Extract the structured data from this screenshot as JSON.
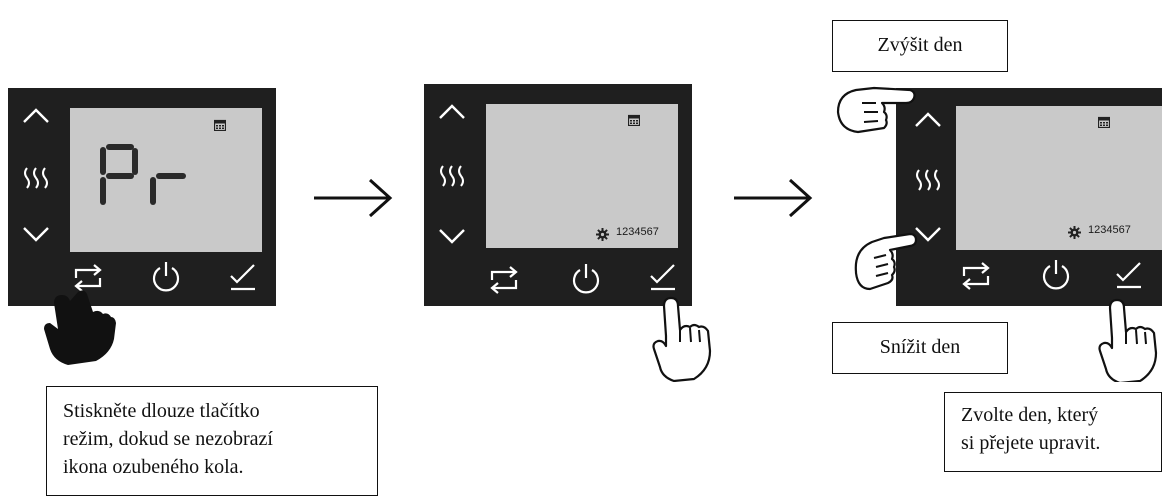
{
  "steps": [
    {
      "display": {
        "segment_text": "Pr",
        "calendar_icon": "calendar-icon"
      },
      "buttons": {
        "up": "chevron-up-icon",
        "heat": "heat-waves-icon",
        "down": "chevron-down-icon",
        "mode": "mode-swap-icon",
        "power": "power-icon",
        "confirm": "check-underline-icon"
      },
      "callout": {
        "lines": [
          "Stiskněte dlouze tlačítko",
          "režim, dokud se nezobrazí",
          "ikona ozubeného kola."
        ]
      }
    },
    {
      "display": {
        "days": "1234567",
        "calendar_icon": "calendar-icon",
        "gear_icon": "gear-icon"
      }
    },
    {
      "display": {
        "days": "1234567",
        "calendar_icon": "calendar-icon",
        "gear_icon": "gear-icon"
      },
      "callout_up": {
        "label": "Zvýšit den"
      },
      "callout_down": {
        "label": "Snížit den"
      },
      "callout": {
        "lines": [
          "Zvolte den, který",
          "si přejete upravit."
        ]
      }
    }
  ],
  "colors": {
    "panel": "#1f1f1f",
    "lcd": "#c9c9c9",
    "icon": "#ffffff"
  }
}
